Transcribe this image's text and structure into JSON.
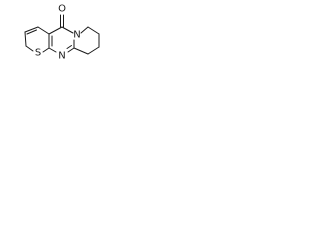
{
  "molecule": {
    "atoms": [
      {
        "id": "O",
        "label": "O"
      },
      {
        "id": "S",
        "label": "S"
      },
      {
        "id": "N_ring",
        "label": "N"
      },
      {
        "id": "N_bottom",
        "label": "N"
      }
    ]
  },
  "colors": {
    "bond": "#1a1a1a",
    "label": "#1a1a1a",
    "background": "#ffffff"
  }
}
